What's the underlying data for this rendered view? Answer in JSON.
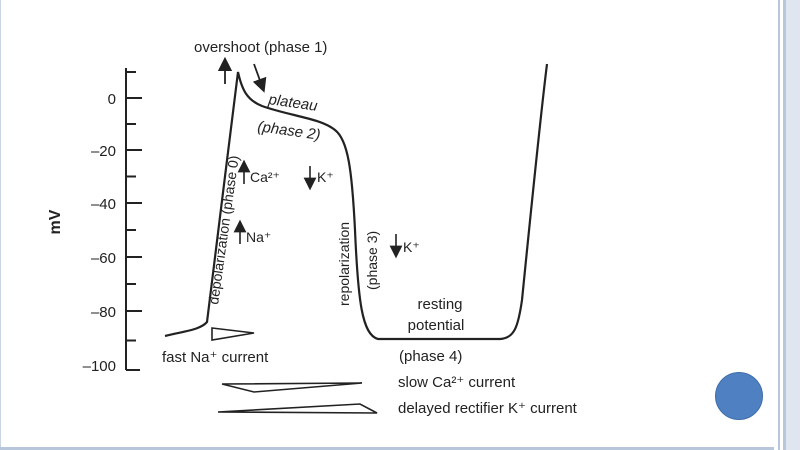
{
  "axis": {
    "unit_label": "mV",
    "ticks": [
      "0",
      "–20",
      "–40",
      "–60",
      "–80",
      "–100"
    ]
  },
  "labels": {
    "overshoot": "overshoot (phase 1)",
    "plateau": "plateau",
    "phase2": "(phase 2)",
    "depolarization": "depolarization (phase 0)",
    "repolarization": "repolarization",
    "phase3": "(phase 3)",
    "resting": "resting",
    "potential": "potential",
    "phase4": "(phase 4)",
    "ca_in": "Ca²⁺",
    "k_out": "K⁺",
    "na_in": "Na⁺",
    "k_out2": "K⁺"
  },
  "currents": {
    "fast_na": "fast Na⁺ current",
    "slow_ca": "slow Ca²⁺ current",
    "delayed_k": "delayed rectifier K⁺ current"
  },
  "colors": {
    "ink": "#222222",
    "nav_dot": "#4f81c2",
    "rail": "#b8c6dc"
  }
}
